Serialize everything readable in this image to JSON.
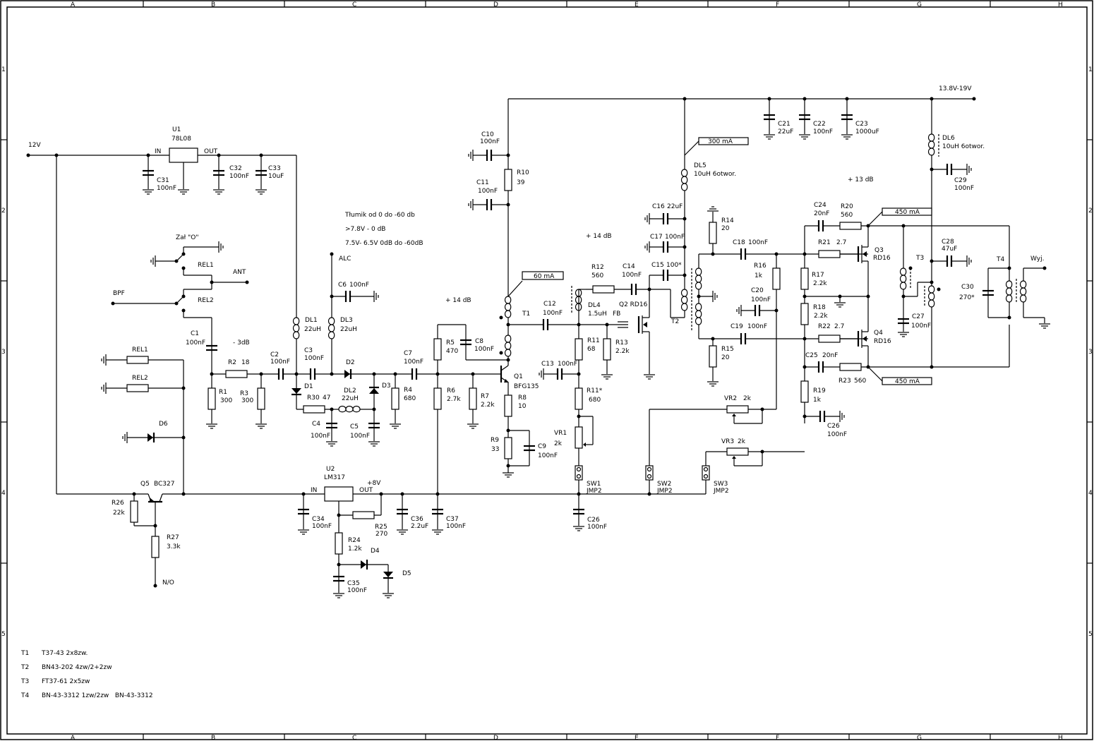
{
  "frame": {
    "columns": [
      "A",
      "B",
      "C",
      "D",
      "E",
      "F",
      "G",
      "H"
    ],
    "rows": [
      "1",
      "2",
      "3",
      "4",
      "5"
    ]
  },
  "supply": {
    "in_12v": "12V",
    "high_v": "13.8V-19V",
    "plus8v": "+8V"
  },
  "notes": {
    "attenuator_title": "Tłumik od 0 do -60 db",
    "attenuator_line1": ">7.8V - 0 dB",
    "attenuator_line2": "7.5V- 6.5V 0dB do -60dB",
    "gain_stage1": "+ 14 dB",
    "gain_stage2": "+ 14 dB",
    "gain_stage3": "+ 13 dB",
    "att_3db": "- 3dB",
    "current_q1": "60 mA",
    "current_q2": "300 mA",
    "current_q3": "450 mA",
    "current_q4": "450 mA"
  },
  "ports": {
    "alc": "ALC",
    "ant": "ANT",
    "bpf": "BPF",
    "no": "N/O",
    "out": "Wyj.",
    "zal": "Zał \"O\""
  },
  "components": {
    "U1": {
      "ref": "U1",
      "value": "78L08",
      "in": "IN",
      "out": "OUT"
    },
    "U2": {
      "ref": "U2",
      "value": "LM317",
      "in": "IN",
      "out": "OUT"
    },
    "C31": {
      "ref": "C31",
      "value": "100nF"
    },
    "C32": {
      "ref": "C32",
      "value": "100nF"
    },
    "C33": {
      "ref": "C33",
      "value": "10uF"
    },
    "REL1": {
      "ref": "REL1"
    },
    "REL2": {
      "ref": "REL2"
    },
    "C1": {
      "ref": "C1",
      "value": "100nF"
    },
    "R1": {
      "ref": "R1",
      "value": "300"
    },
    "R2": {
      "ref": "R2",
      "value": "18"
    },
    "R3": {
      "ref": "R3",
      "value": "300"
    },
    "C2": {
      "ref": "C2",
      "value": "100nF"
    },
    "C3": {
      "ref": "C3",
      "value": "100nF"
    },
    "DL1": {
      "ref": "DL1",
      "value": "22uH"
    },
    "DL2": {
      "ref": "DL2",
      "value": "22uH"
    },
    "DL3": {
      "ref": "DL3",
      "value": "22uH"
    },
    "D1": {
      "ref": "D1"
    },
    "D2": {
      "ref": "D2"
    },
    "D3": {
      "ref": "D3"
    },
    "D4": {
      "ref": "D4"
    },
    "D5": {
      "ref": "D5"
    },
    "D6": {
      "ref": "D6"
    },
    "R30": {
      "ref": "R30",
      "value": "47"
    },
    "C4": {
      "ref": "C4",
      "value": "100nF"
    },
    "C5": {
      "ref": "C5",
      "value": "100nF"
    },
    "C6": {
      "ref": "C6",
      "value": "100nF"
    },
    "C7": {
      "ref": "C7",
      "value": "100nF"
    },
    "R4": {
      "ref": "R4",
      "value": "680"
    },
    "R5": {
      "ref": "R5",
      "value": "470"
    },
    "C8": {
      "ref": "C8",
      "value": "100nF"
    },
    "R6": {
      "ref": "R6",
      "value": "2.7k"
    },
    "R7": {
      "ref": "R7",
      "value": "2.2k"
    },
    "Q1": {
      "ref": "Q1",
      "value": "BFG135"
    },
    "R8": {
      "ref": "R8",
      "value": "10"
    },
    "R9": {
      "ref": "R9",
      "value": "33"
    },
    "C9": {
      "ref": "C9",
      "value": "100nF"
    },
    "C10": {
      "ref": "C10",
      "value": "100nF"
    },
    "C11": {
      "ref": "C11",
      "value": "100nF"
    },
    "R10": {
      "ref": "R10",
      "value": "39"
    },
    "T1": {
      "ref": "T1"
    },
    "C12": {
      "ref": "C12",
      "value": "100nF"
    },
    "DL4": {
      "ref": "DL4",
      "value": "1.5uH",
      "extra": "FB"
    },
    "R12": {
      "ref": "R12",
      "value": "560"
    },
    "C14": {
      "ref": "C14",
      "value": "100nF"
    },
    "Q2": {
      "ref": "Q2 RD16"
    },
    "R11": {
      "ref": "R11",
      "value": "68"
    },
    "R13": {
      "ref": "R13",
      "value": "2.2k"
    },
    "C13": {
      "ref": "C13",
      "value": "100nF"
    },
    "R11s": {
      "ref": "R11*",
      "value": "680"
    },
    "VR1": {
      "ref": "VR1",
      "value": "2k"
    },
    "SW1": {
      "ref": "SW1",
      "value": "JMP2"
    },
    "SW2": {
      "ref": "SW2",
      "value": "JMP2"
    },
    "SW3": {
      "ref": "SW3",
      "value": "JMP2"
    },
    "C26a": {
      "ref": "C26",
      "value": "100nF"
    },
    "C26b": {
      "ref": "C26",
      "value": "100nF"
    },
    "DL5": {
      "ref": "DL5",
      "value": "10uH 6otwor."
    },
    "DL6": {
      "ref": "DL6",
      "value": "10uH 6otwor."
    },
    "C16": {
      "ref": "C16",
      "value": "22uF"
    },
    "C17": {
      "ref": "C17",
      "value": "100nF"
    },
    "C15": {
      "ref": "C15",
      "value": "100*"
    },
    "T2": {
      "ref": "T2"
    },
    "R14": {
      "ref": "R14",
      "value": "20"
    },
    "R15": {
      "ref": "R15",
      "value": "20"
    },
    "C18": {
      "ref": "C18",
      "value": "100nF"
    },
    "C19": {
      "ref": "C19",
      "value": "100nF"
    },
    "C20": {
      "ref": "C20",
      "value": "100nF"
    },
    "R16": {
      "ref": "R16",
      "value": "1k"
    },
    "VR2": {
      "ref": "VR2",
      "value": "2k"
    },
    "VR3": {
      "ref": "VR3",
      "value": "2k"
    },
    "C21": {
      "ref": "C21",
      "value": "22uF"
    },
    "C22": {
      "ref": "C22",
      "value": "100nF"
    },
    "C23": {
      "ref": "C23",
      "value": "1000uF"
    },
    "C24": {
      "ref": "C24",
      "value": "20nF"
    },
    "C25": {
      "ref": "C25",
      "value": "20nF"
    },
    "R20": {
      "ref": "R20",
      "value": "560"
    },
    "R23": {
      "ref": "R23",
      "value": "560"
    },
    "R21": {
      "ref": "R21",
      "value": "2.7"
    },
    "R22": {
      "ref": "R22",
      "value": "2.7"
    },
    "R17": {
      "ref": "R17",
      "value": "2.2k"
    },
    "R18": {
      "ref": "R18",
      "value": "2.2k"
    },
    "R19": {
      "ref": "R19",
      "value": "1k"
    },
    "Q3": {
      "ref": "Q3",
      "value": "RD16"
    },
    "Q4": {
      "ref": "Q4",
      "value": "RD16"
    },
    "T3": {
      "ref": "T3"
    },
    "T4": {
      "ref": "T4"
    },
    "C27": {
      "ref": "C27",
      "value": "100nF"
    },
    "C28": {
      "ref": "C28",
      "value": "47uF"
    },
    "C29": {
      "ref": "C29",
      "value": "100nF"
    },
    "C30": {
      "ref": "C30",
      "value": "270*"
    },
    "Q5": {
      "ref": "Q5",
      "value": "BC327"
    },
    "R26": {
      "ref": "R26",
      "value": "22k"
    },
    "R27": {
      "ref": "R27",
      "value": "3.3k"
    },
    "C34": {
      "ref": "C34",
      "value": "100nF"
    },
    "R24": {
      "ref": "R24",
      "value": "1.2k"
    },
    "R25": {
      "ref": "R25",
      "value": "270"
    },
    "C35": {
      "ref": "C35",
      "value": "100nF"
    },
    "C36": {
      "ref": "C36",
      "value": "2.2uF"
    },
    "C37": {
      "ref": "C37",
      "value": "100nF"
    }
  },
  "legend": [
    {
      "ref": "T1",
      "desc": "T37-43 2x8zw."
    },
    {
      "ref": "T2",
      "desc": "BN43-202 4zw/2+2zw"
    },
    {
      "ref": "T3",
      "desc": "FT37-61 2x5zw"
    },
    {
      "ref": "T4",
      "desc": "BN-43-3312 1zw/2zw   BN-43-3312"
    }
  ]
}
